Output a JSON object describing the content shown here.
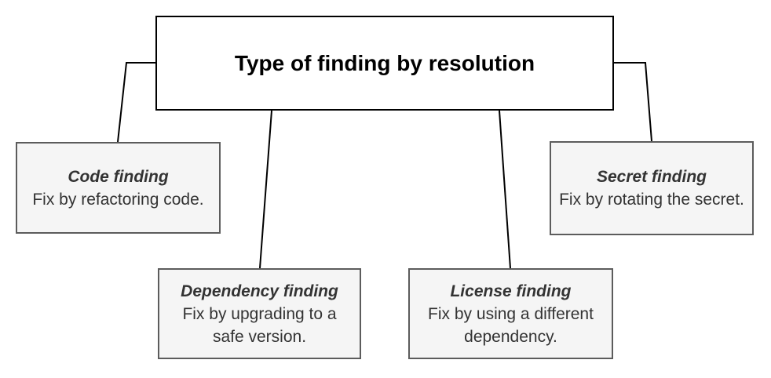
{
  "diagram": {
    "root": {
      "title": "Type of finding by resolution"
    },
    "children": [
      {
        "id": "code",
        "title": "Code finding",
        "body": "Fix by refactoring code."
      },
      {
        "id": "dependency",
        "title": "Dependency finding",
        "body": "Fix by upgrading to a safe version."
      },
      {
        "id": "license",
        "title": "License finding",
        "body": "Fix by using a different dependency."
      },
      {
        "id": "secret",
        "title": "Secret finding",
        "body": "Fix by rotating the secret."
      }
    ],
    "colors": {
      "root_fill": "#ffffff",
      "root_border": "#000000",
      "child_fill": "#f5f5f5",
      "child_border": "#5c5c5c",
      "child_text": "#333333",
      "connector": "#000000"
    }
  }
}
